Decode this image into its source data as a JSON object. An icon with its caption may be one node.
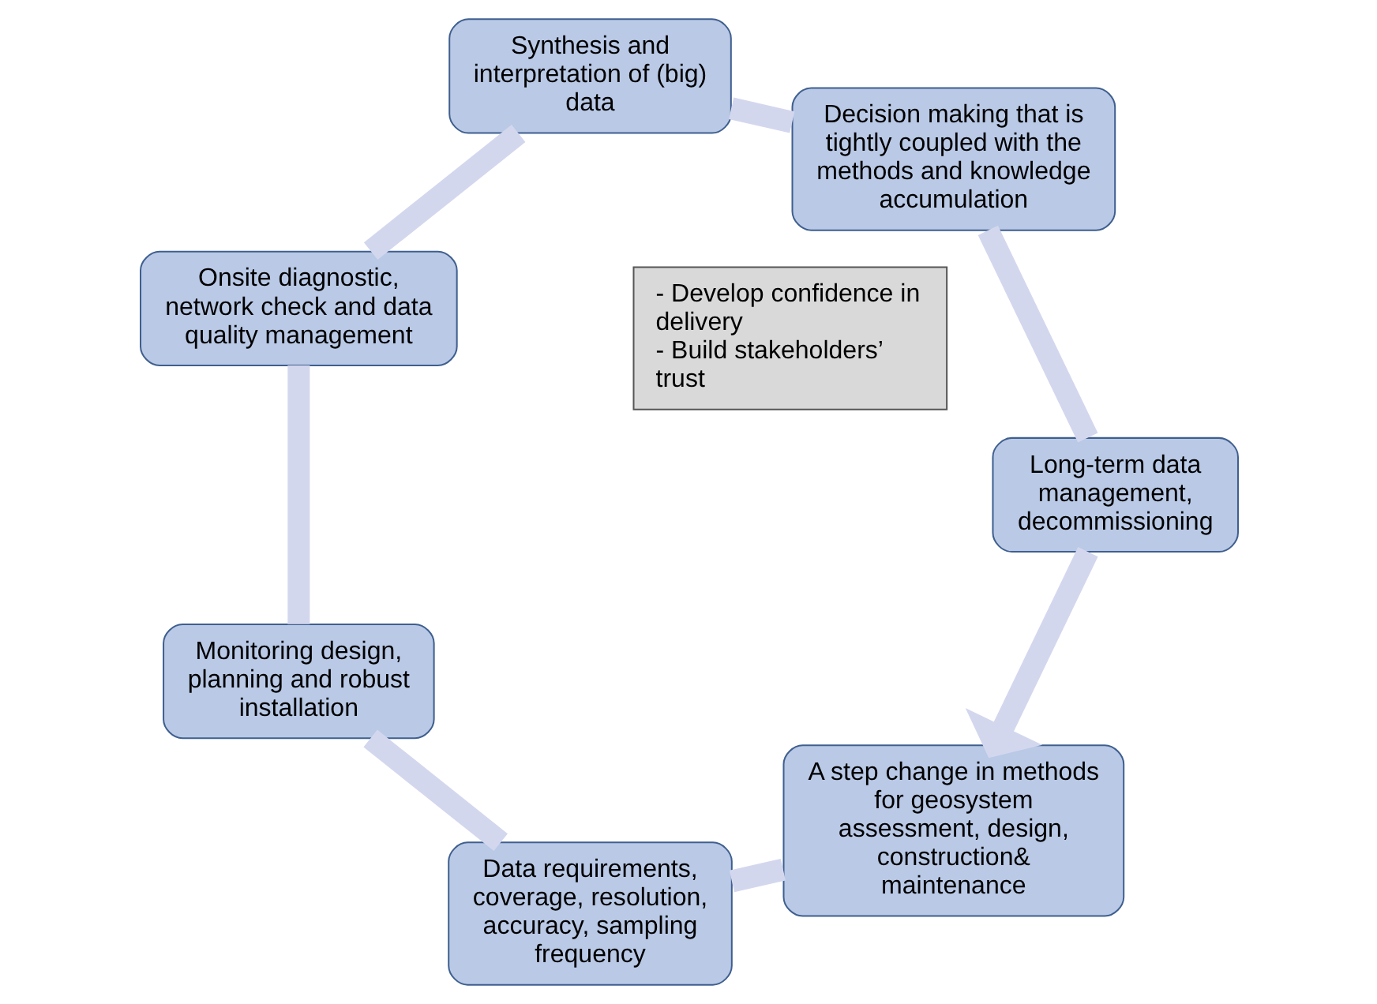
{
  "diagram": {
    "nodes": [
      {
        "text": [
          "A step change in methods for geosystem assessment, design, construction& maintenance"
        ]
      },
      {
        "text": [
          "Data requirements, coverage, resolution, accuracy, sampling frequency"
        ]
      },
      {
        "text": [
          "Monitoring design, planning and robust installation"
        ]
      },
      {
        "text": [
          "Onsite diagnostic, network check and data quality management"
        ]
      },
      {
        "text": [
          "Synthesis and interpretation of (big) data"
        ]
      },
      {
        "text": [
          "Decision making that is tightly coupled with the methods and knowledge accumulation"
        ]
      },
      {
        "text": [
          "Long-term data management, decommissioning"
        ]
      },
      {
        "text": [
          "- Develop confidence in delivery",
          "- Build stakeholders’ trust"
        ]
      }
    ],
    "edges": [
      {
        "from": 0,
        "to": 1,
        "arrow": "none"
      },
      {
        "from": 1,
        "to": 2,
        "arrow": "none"
      },
      {
        "from": 2,
        "to": 3,
        "arrow": "none"
      },
      {
        "from": 3,
        "to": 4,
        "arrow": "none"
      },
      {
        "from": 4,
        "to": 5,
        "arrow": "none"
      },
      {
        "from": 5,
        "to": 6,
        "arrow": "none"
      },
      {
        "from": 6,
        "to": 0,
        "arrow": "to"
      }
    ]
  }
}
